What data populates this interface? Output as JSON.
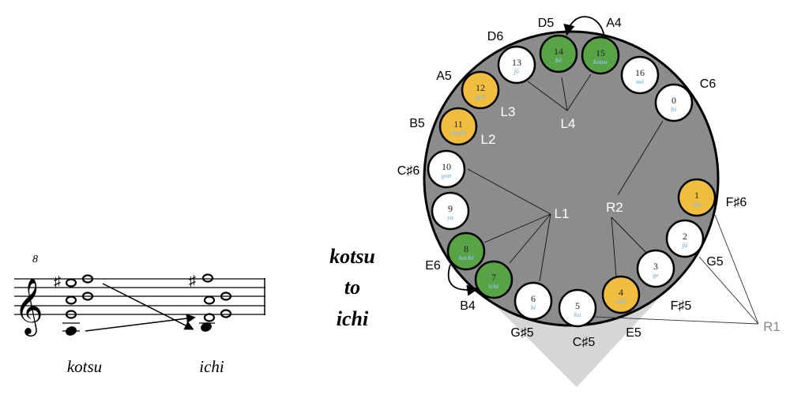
{
  "score": {
    "clef_octave": "8",
    "chord_labels": [
      "kotsu",
      "ichi"
    ]
  },
  "caption": {
    "line1": "kotsu",
    "line2": "to",
    "line3": "ichi"
  },
  "colors": {
    "green": "#58a345",
    "yellow": "#f0bd3f",
    "white": "#ffffff",
    "disk": "#8c8c8c",
    "triangle": "#d6d6d6"
  },
  "nodes": [
    {
      "num": "0",
      "syl": "hi",
      "color": "white"
    },
    {
      "num": "1",
      "syl": "sen",
      "color": "yellow"
    },
    {
      "num": "2",
      "syl": "jū",
      "color": "white"
    },
    {
      "num": "3",
      "syl": "ge",
      "color": "white"
    },
    {
      "num": "4",
      "syl": "otsu",
      "color": "yellow"
    },
    {
      "num": "5",
      "syl": "ku",
      "color": "white"
    },
    {
      "num": "6",
      "syl": "bi",
      "color": "white"
    },
    {
      "num": "7",
      "syl": "ichi",
      "color": "green"
    },
    {
      "num": "8",
      "syl": "hachi",
      "color": "green"
    },
    {
      "num": "9",
      "syl": "ya",
      "color": "white"
    },
    {
      "num": "10",
      "syl": "gon",
      "color": "white"
    },
    {
      "num": "11",
      "syl": "shichi",
      "color": "yellow"
    },
    {
      "num": "12",
      "syl": "gyō",
      "color": "yellow"
    },
    {
      "num": "13",
      "syl": "jō",
      "color": "white"
    },
    {
      "num": "14",
      "syl": "bō",
      "color": "green"
    },
    {
      "num": "15",
      "syl": "kotsu",
      "color": "green"
    },
    {
      "num": "16",
      "syl": "mō",
      "color": "white"
    }
  ],
  "pitches": [
    "D5",
    "A4",
    "D6",
    "C6",
    "A5",
    "B5",
    "C♯6",
    "F♯6",
    "G5",
    "E6",
    "F♯5",
    "B4",
    "G♯5",
    "C♯5",
    "E5"
  ],
  "groups": [
    "L1",
    "L2",
    "L3",
    "L4",
    "R1",
    "R2"
  ]
}
